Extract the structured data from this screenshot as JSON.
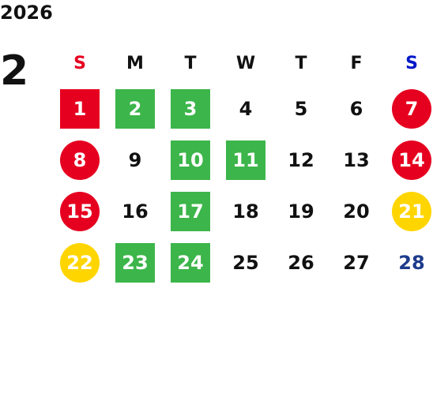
{
  "calendar": {
    "year": "2026",
    "month": "2",
    "weekdays": [
      {
        "label": "S",
        "color": "#e60020"
      },
      {
        "label": "M",
        "color": "#111111"
      },
      {
        "label": "T",
        "color": "#111111"
      },
      {
        "label": "W",
        "color": "#111111"
      },
      {
        "label": "T",
        "color": "#111111"
      },
      {
        "label": "F",
        "color": "#111111"
      },
      {
        "label": "S",
        "color": "#0018c8"
      }
    ],
    "weeks": [
      [
        {
          "day": "1",
          "style": "red-square"
        },
        {
          "day": "2",
          "style": "green-square"
        },
        {
          "day": "3",
          "style": "green-square"
        },
        {
          "day": "4",
          "style": "plain"
        },
        {
          "day": "5",
          "style": "plain"
        },
        {
          "day": "6",
          "style": "plain"
        },
        {
          "day": "7",
          "style": "red-circle"
        }
      ],
      [
        {
          "day": "8",
          "style": "red-circle"
        },
        {
          "day": "9",
          "style": "plain"
        },
        {
          "day": "10",
          "style": "green-square"
        },
        {
          "day": "11",
          "style": "green-square"
        },
        {
          "day": "12",
          "style": "plain"
        },
        {
          "day": "13",
          "style": "plain"
        },
        {
          "day": "14",
          "style": "red-circle"
        }
      ],
      [
        {
          "day": "15",
          "style": "red-circle"
        },
        {
          "day": "16",
          "style": "plain"
        },
        {
          "day": "17",
          "style": "green-square"
        },
        {
          "day": "18",
          "style": "plain"
        },
        {
          "day": "19",
          "style": "plain"
        },
        {
          "day": "20",
          "style": "plain"
        },
        {
          "day": "21",
          "style": "yellow-circle"
        }
      ],
      [
        {
          "day": "22",
          "style": "yellow-circle"
        },
        {
          "day": "23",
          "style": "green-square"
        },
        {
          "day": "24",
          "style": "green-square"
        },
        {
          "day": "25",
          "style": "plain"
        },
        {
          "day": "26",
          "style": "plain"
        },
        {
          "day": "27",
          "style": "plain"
        },
        {
          "day": "28",
          "style": "blue-text"
        }
      ]
    ]
  },
  "colors": {
    "red": "#e60020",
    "green": "#3cb54a",
    "yellow": "#ffd500",
    "saturday_blue": "#1e3c8c",
    "text": "#111111"
  }
}
